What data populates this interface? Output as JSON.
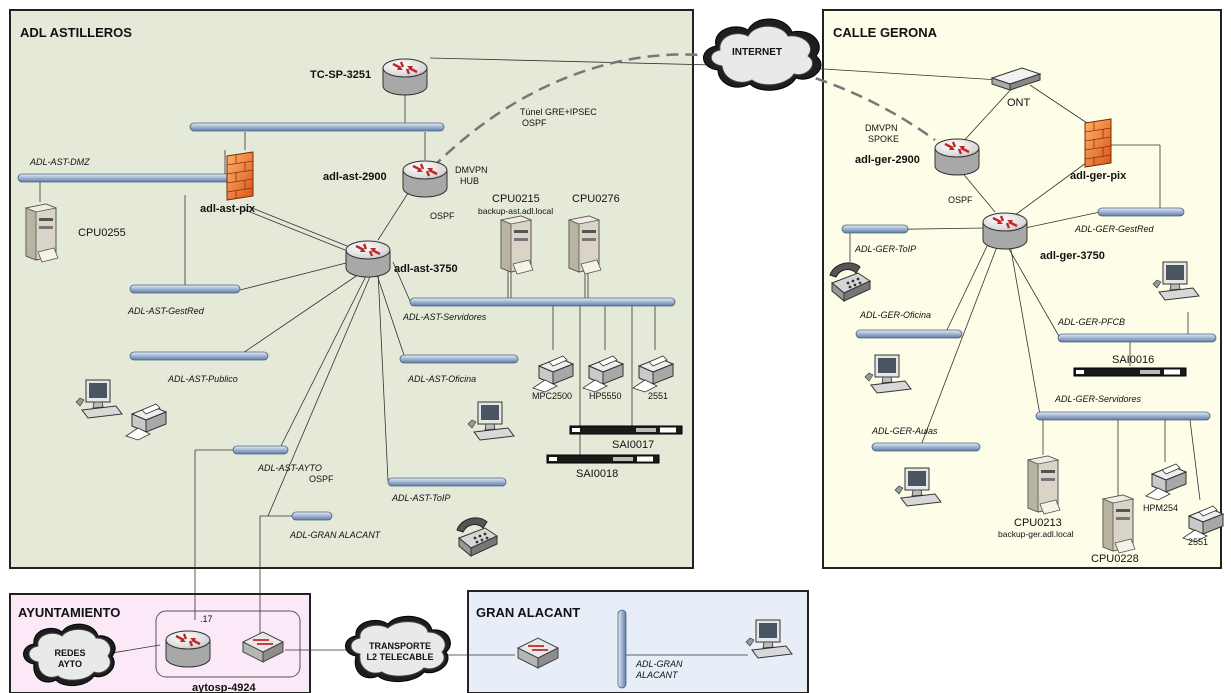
{
  "regions": {
    "astilleros": "ADL ASTILLEROS",
    "gerona": "CALLE GERONA",
    "ayuntamiento": "AYUNTAMIENTO",
    "gran_alacant": "GRAN ALACANT"
  },
  "clouds": {
    "internet": "INTERNET",
    "redes_ayto": [
      "REDES",
      "AYTO"
    ],
    "transporte": [
      "TRANSPORTE",
      "L2 TELECABLE"
    ]
  },
  "devices": {
    "tc_sp": "TC-SP-3251",
    "ast_2900": "adl-ast-2900",
    "ast_2900_role": [
      "DMVPN",
      "HUB"
    ],
    "ast_pix": "adl-ast-pix",
    "ast_3750": "adl-ast-3750",
    "ger_2900": "adl-ger-2900",
    "ger_2900_role": [
      "DMVPN",
      "SPOKE"
    ],
    "ger_pix": "adl-ger-pix",
    "ger_3750": "adl-ger-3750",
    "ont": "ONT",
    "aytosp": "aytosp-4924",
    "port17": ".17"
  },
  "tunnel": [
    "Túnel GRE+IPSEC",
    "OSPF"
  ],
  "ospf": "OSPF",
  "servers": {
    "cpu0255": "CPU0255",
    "cpu0215": "CPU0215",
    "cpu0215_host": "backup-ast.adl.local",
    "cpu0276": "CPU0276",
    "cpu0213": "CPU0213",
    "cpu0213_host": "backup-ger.adl.local",
    "cpu0228": "CPU0228"
  },
  "printers": {
    "mpc2500": "MPC2500",
    "hp5550": "HP5550",
    "p2551_ast": "2551",
    "hpm254": "HPM254",
    "p2551_ger": "2551"
  },
  "ups": {
    "sai0017": "SAI0017",
    "sai0018": "SAI0018",
    "sai0016": "SAI0016"
  },
  "vlans": {
    "ast_dmz": "ADL-AST-DMZ",
    "ast_gestred": "ADL-AST-GestRed",
    "ast_servidores": "ADL-AST-Servidores",
    "ast_publico": "ADL-AST-Publico",
    "ast_oficina": "ADL-AST-Oficina",
    "ast_ayto": "ADL-AST-AYTO",
    "ast_toip": "ADL-AST-ToIP",
    "gran_alacant": "ADL-GRAN ALACANT",
    "ger_toip": "ADL-GER-ToIP",
    "ger_gestred": "ADL-GER-GestRed",
    "ger_oficina": "ADL-GER-Oficina",
    "ger_pfcb": "ADL-GER-PFCB",
    "ger_aulas": "ADL-GER-Aulas",
    "ger_servidores": "ADL-GER-Servidores",
    "ga_vlan": [
      "ADL-GRAN",
      "ALACANT"
    ]
  }
}
